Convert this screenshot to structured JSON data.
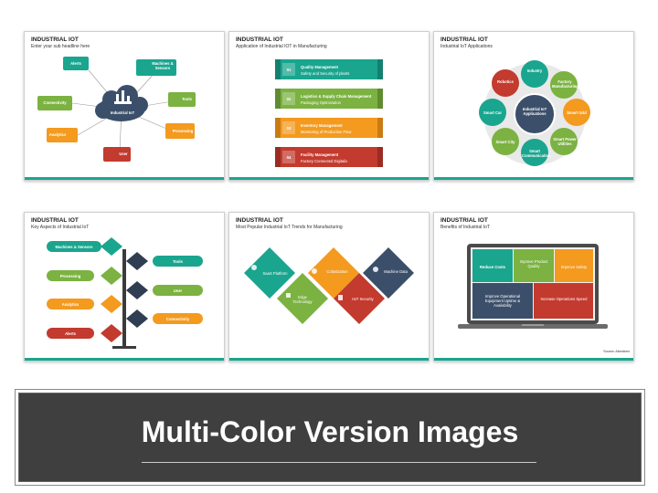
{
  "slides": [
    {
      "title": "INDUSTRIAL IOT",
      "subtitle": "Enter your sub headline here",
      "center": "Industrial IoT",
      "items": [
        "Alerts",
        "Machines & Sensors",
        "Connectivity",
        "Tools",
        "Analytics",
        "Processing",
        "User"
      ]
    },
    {
      "title": "INDUSTRIAL IOT",
      "subtitle": "Application of Industrial IOT in Manufacturing",
      "rows": [
        {
          "num": "01",
          "title": "Quality Management",
          "desc": "Safety and Security of plants"
        },
        {
          "num": "02",
          "title": "Logistics & Supply Chain Management",
          "desc": "Packaging Optimization"
        },
        {
          "num": "03",
          "title": "Inventory Management",
          "desc": "Monitoring of Production Flow"
        },
        {
          "num": "04",
          "title": "Facility Management",
          "desc": "Factory Connected Digitalix"
        }
      ]
    },
    {
      "title": "INDUSTRIAL IOT",
      "subtitle": "Industrial IoT Applications",
      "center": "Industrial IoT Applications",
      "items": [
        "Industry",
        "Factory Manufacturing",
        "Smart Grid",
        "Smart Power Utilities",
        "Smart Communication",
        "Smart City",
        "Smart Car",
        "Robotics"
      ]
    },
    {
      "title": "INDUSTRIAL IOT",
      "subtitle": "Key Aspects of Industrial IoT",
      "left": [
        "Machines & Sensors",
        "Processing",
        "Analytics",
        "Alerts"
      ],
      "right": [
        "Tools",
        "User",
        "Connectivity"
      ]
    },
    {
      "title": "INDUSTRIAL IOT",
      "subtitle": "Most Popular Industrial IoT Trends for Manufacturing",
      "diamonds": [
        "SaaS Platform",
        "Edge Technology",
        "Cobotization",
        "IIoT Security",
        "Machine Data"
      ]
    },
    {
      "title": "INDUSTRIAL IOT",
      "subtitle": "Benefits of Industrial IoT",
      "cells": [
        "Reduce Costs",
        "Improve Product Quality",
        "Improve Safety",
        "Improve Operational Equipment Uptime & Availability",
        "Increase Operations Speed"
      ],
      "source": "Source: Aberdeen"
    }
  ],
  "banner": {
    "title": "Multi-Color Version Images"
  },
  "colors": {
    "teal": "#1aa58f",
    "green": "#7bb241",
    "orange": "#f39a1f",
    "red": "#c33a2e",
    "navy": "#3b4f6a",
    "dark": "#555555"
  }
}
